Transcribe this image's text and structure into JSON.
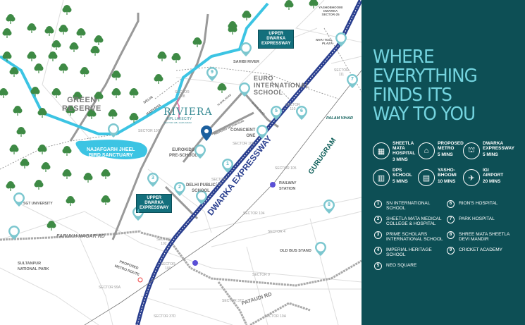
{
  "map": {
    "labels": {
      "green_reserve": "GREEN\nRESERVE",
      "bird_sanctuary": "NAJAFGARH JHEEL\nBIRD SANCTUARY",
      "delhi": "DELHI",
      "haryana": "HARYANA",
      "sahibi_river": "SAHIBI RIVER",
      "euro_school": "EURO\nINTERNATIONAL\nSCHOOL",
      "conscient_one": "CONSCIENT\nONE",
      "eurokids": "EUROKIDS\nPRE-SCHOOL",
      "dps": "DELHI PUBLIC\nSCHOOL",
      "dwarka_expressway": "DWARKA EXPRESSWAY",
      "gurugram": "GURUGRAM",
      "palam_vihar": "PALAM VIHAR",
      "railway_station": "RAILWAY\nSTATION",
      "old_bus_stand": "OLD BUS STAND",
      "farukh_nagar_rd": "FARUKH NAGAR RD",
      "pataudi_rd": "PATAUDI RD",
      "sgt_university": "SGT UNIVERSITY",
      "sultanpur": "SULTANPUR\nNATIONAL PARK",
      "proposed_metro": "PROPOSED\nMETRO ROUTE",
      "yashobhoomi": "YASHOBHOOMI\nDWARKA\nSECTOR-25",
      "nhai_toll": "NHAI TOLL\nPLAZA",
      "proposed_sector_road": "PROPOSED SECTOR ROAD",
      "road_75m": "75 MTR. ROAD",
      "road_60m": "60 MTR. ROAD"
    },
    "upper_dwarka_boxes": [
      "UPPER\nDWARKA\nEXPRESSWAY",
      "UPPER\nDWARKA\nEXPRESSWAY"
    ],
    "sectors": [
      "SECTOR\n108",
      "SECTOR 107",
      "SECTOR\n111",
      "SECTOR\n110",
      "SECTOR 106",
      "SECTOR 105",
      "SECTOR\n103",
      "SECTOR 104",
      "SECTOR\n102",
      "SECTOR\n100",
      "SECTOR 99A",
      "SECTOR 4",
      "SECTOR 9",
      "SECTOR 37C",
      "SECTOR 37D",
      "SECTOR 10A"
    ],
    "pins": [
      "1",
      "2",
      "3",
      "4",
      "5",
      "6",
      "7",
      "8",
      "9"
    ],
    "logo": {
      "brand": "RIVIERA",
      "sub": "AIPL LAKECITY",
      "tag": "SECTOR 108 | GURUGRAM"
    },
    "colors": {
      "river": "#3cc4e3",
      "expressway": "#2a3f8f",
      "pin": "#5bb8c4",
      "project_pin": "#1b5f9e"
    }
  },
  "panel": {
    "headline": "WHERE\nEVERYTHING\nFINDS ITS\nWAY TO YOU",
    "amenities": [
      {
        "icon": "hospital-icon",
        "name": "SHEETLA\nMATA\nHOSPITAL",
        "time": "3 MINS"
      },
      {
        "icon": "metro-icon",
        "name": "PROPOSED\nMETRO",
        "time": "5 MINS"
      },
      {
        "icon": "toll-icon",
        "name": "DWARKA\nEXPRESSWAY",
        "time": "5 MINS"
      },
      {
        "icon": "school-icon",
        "name": "DPS\nSCHOOL",
        "time": "5 MINS"
      },
      {
        "icon": "building-icon",
        "name": "YASHO-\nBHOOMI",
        "time": "10 MINS"
      },
      {
        "icon": "airport-icon",
        "name": "IGI\nAIRPORT",
        "time": "20 MINS"
      }
    ],
    "legend": [
      {
        "n": "1",
        "label": "SN INTERNATIONAL\nSCHOOL"
      },
      {
        "n": "2",
        "label": "SHEETLA MATA MEDICAL\nCOLLEGE & HOSPITAL"
      },
      {
        "n": "3",
        "label": "PRIME SCHOLARS\nINTERNATIONAL SCHOOL"
      },
      {
        "n": "4",
        "label": "IMPERIAL HERITAGE\nSCHOOL"
      },
      {
        "n": "5",
        "label": "NEO SQUARE"
      },
      {
        "n": "6",
        "label": "RION'S HOSPITAL"
      },
      {
        "n": "7",
        "label": "PARK HOSPITAL"
      },
      {
        "n": "8",
        "label": "SHREE MATA SHEETLA\nDEVI MANDIR"
      },
      {
        "n": "9",
        "label": "CRICKET ACADEMY"
      }
    ]
  }
}
